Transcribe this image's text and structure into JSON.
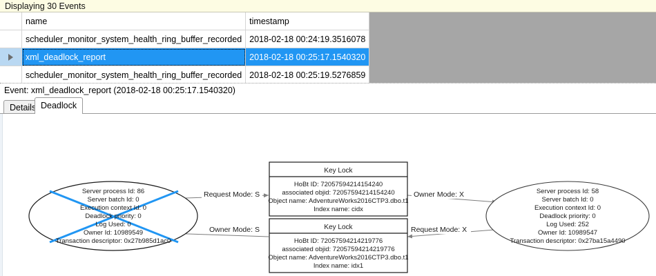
{
  "banner": {
    "text": "Displaying 30 Events"
  },
  "grid": {
    "columns": [
      {
        "key": "selector",
        "label": ""
      },
      {
        "key": "name",
        "label": "name"
      },
      {
        "key": "timestamp",
        "label": "timestamp"
      }
    ],
    "rows": [
      {
        "selected": false,
        "marker": "",
        "name": "scheduler_monitor_system_health_ring_buffer_recorded",
        "timestamp": "2018-02-18 00:24:19.3516078"
      },
      {
        "selected": true,
        "marker": "row-selector-arrow",
        "name": "xml_deadlock_report",
        "timestamp": "2018-02-18 00:25:17.1540320"
      },
      {
        "selected": false,
        "marker": "",
        "name": "scheduler_monitor_system_health_ring_buffer_recorded",
        "timestamp": "2018-02-18 00:25:19.5276859"
      }
    ],
    "selection_color": "#2196f3"
  },
  "event_header": {
    "text": "Event: xml_deadlock_report (2018-02-18 00:25:17.1540320)"
  },
  "tabs": [
    {
      "id": "details",
      "label": "Details",
      "active": false
    },
    {
      "id": "deadlock",
      "label": "Deadlock",
      "active": true
    }
  ],
  "deadlock_graph": {
    "victim_marker_color": "#2196f3",
    "processes": [
      {
        "id": "process-left",
        "is_victim": true,
        "lines": [
          "Server process Id: 86",
          "Server batch Id: 0",
          "Execution context Id: 0",
          "Deadlock priority: 0",
          "Log Used: 0",
          "Owner Id: 10989549",
          "Transaction descriptor: 0x27b985d1ac0"
        ]
      },
      {
        "id": "process-right",
        "is_victim": false,
        "lines": [
          "Server process Id: 58",
          "Server batch Id: 0",
          "Execution context Id: 0",
          "Deadlock priority: 0",
          "Log Used: 252",
          "Owner Id: 10989547",
          "Transaction descriptor: 0x27ba15a4490"
        ]
      }
    ],
    "resources": [
      {
        "id": "key-lock-top",
        "title": "Key Lock",
        "lines": [
          "HoBt ID: 72057594214154240",
          "associated objid: 72057594214154240",
          "Object name: AdventureWorks2016CTP3.dbo.t1",
          "Index name: cidx"
        ]
      },
      {
        "id": "key-lock-bottom",
        "title": "Key Lock",
        "lines": [
          "HoBt ID: 72057594214219776",
          "associated objid: 72057594214219776",
          "Object name: AdventureWorks2016CTP3.dbo.t1",
          "Index name: idx1"
        ]
      }
    ],
    "edges": [
      {
        "id": "edge-left-request",
        "label": "Request Mode: S"
      },
      {
        "id": "edge-left-owner",
        "label": "Owner Mode: S"
      },
      {
        "id": "edge-right-owner",
        "label": "Owner Mode: X"
      },
      {
        "id": "edge-right-request",
        "label": "Request Mode: X"
      }
    ]
  }
}
